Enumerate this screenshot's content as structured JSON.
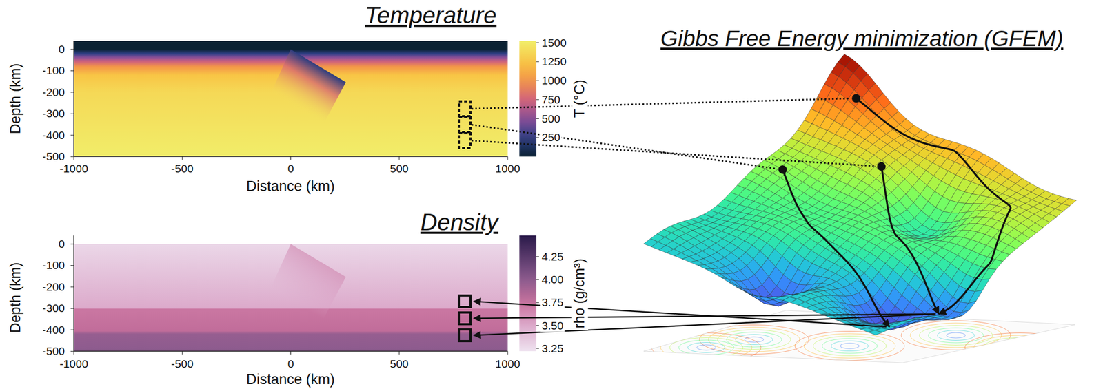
{
  "diagram": {
    "labels": [
      "Temperature",
      "0",
      "-100",
      "-200",
      "-300",
      "-400",
      "-500",
      "Depth (km)",
      "-1000",
      "-500",
      "0",
      "500",
      "1000",
      "Distance (km)",
      "1500",
      "1250",
      "1000",
      "750",
      "500",
      "250",
      "T (°C)",
      "Gibbs Free Energy minimization (GFEM)",
      "Density",
      "0",
      "-100",
      "-200",
      "-300",
      "-400",
      "-500",
      "Depth (km)",
      "-1000",
      "-500",
      "0",
      "500",
      "1000",
      "Distance (km)",
      "4.25",
      "4.00",
      "3.75",
      "3.50",
      "3.25",
      "rho (g/cm³)"
    ]
  }
}
